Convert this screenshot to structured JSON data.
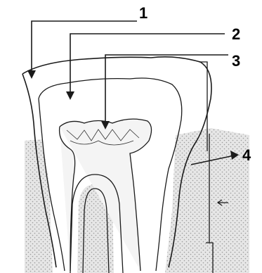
{
  "labels": {
    "one": "1",
    "two": "2",
    "three": "3",
    "four": "4"
  },
  "colors": {
    "ink": "#1a1a1a",
    "gum": "#e3e3e3",
    "background": "#ffffff"
  }
}
